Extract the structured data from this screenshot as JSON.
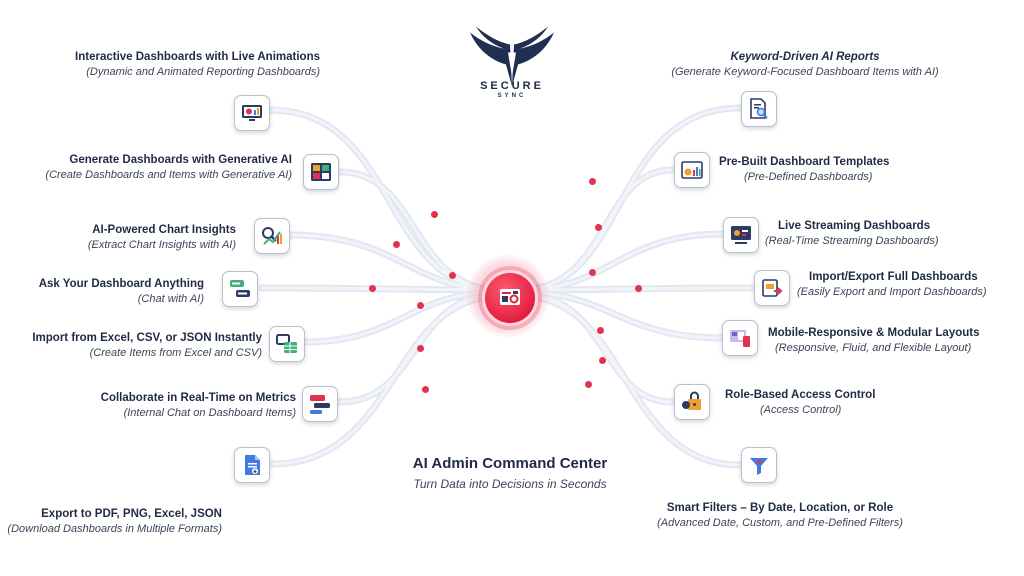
{
  "brand": {
    "name": "SECURE",
    "tagline": "SYNC"
  },
  "center": {
    "title": "AI Admin Command Center",
    "subtitle": "Turn Data into Decisions in Seconds"
  },
  "colors": {
    "accent": "#e0334f",
    "text": "#1f2a44",
    "wire": "#dfe3ee"
  },
  "left_features": [
    {
      "title": "Interactive Dashboards with Live Animations",
      "subtitle": "(Dynamic and Animated Reporting Dashboards)",
      "icon": "animated-dashboard-icon"
    },
    {
      "title": "Generate Dashboards with Generative AI",
      "subtitle": "(Create Dashboards and Items with Generative AI)",
      "icon": "generative-dashboard-icon"
    },
    {
      "title": "AI-Powered Chart Insights",
      "subtitle": "(Extract Chart Insights with AI)",
      "icon": "chart-insights-icon"
    },
    {
      "title": "Ask Your Dashboard Anything",
      "subtitle": "(Chat with AI)",
      "icon": "chat-ai-icon"
    },
    {
      "title": "Import from Excel, CSV, or JSON Instantly",
      "subtitle": "(Create Items from Excel and CSV)",
      "icon": "import-spreadsheet-icon"
    },
    {
      "title": "Collaborate in Real-Time on Metrics",
      "subtitle": "(Internal Chat on Dashboard Items)",
      "icon": "collaborate-chat-icon"
    },
    {
      "title": "Export to PDF, PNG, Excel, JSON",
      "subtitle": "(Download Dashboards in Multiple Formats)",
      "icon": "export-document-icon"
    }
  ],
  "right_features": [
    {
      "title": "Keyword-Driven AI Reports",
      "subtitle": "(Generate Keyword-Focused Dashboard Items with AI)",
      "icon": "keyword-report-icon"
    },
    {
      "title": "Pre-Built Dashboard Templates",
      "subtitle": "(Pre-Defined Dashboards)",
      "icon": "template-chart-icon"
    },
    {
      "title": "Live Streaming Dashboards",
      "subtitle": "(Real-Time Streaming Dashboards)",
      "icon": "live-stream-icon"
    },
    {
      "title": "Import/Export Full Dashboards",
      "subtitle": "(Easily Export and Import Dashboards)",
      "icon": "import-export-icon"
    },
    {
      "title": "Mobile-Responsive & Modular Layouts",
      "subtitle": "(Responsive, Fluid, and Flexible Layout)",
      "icon": "responsive-layout-icon"
    },
    {
      "title": "Role-Based Access Control",
      "subtitle": "(Access Control)",
      "icon": "access-control-icon"
    },
    {
      "title": "Smart Filters – By Date, Location, or Role",
      "subtitle": "(Advanced Date, Custom, and Pre-Defined Filters)",
      "icon": "smart-filter-icon"
    }
  ]
}
